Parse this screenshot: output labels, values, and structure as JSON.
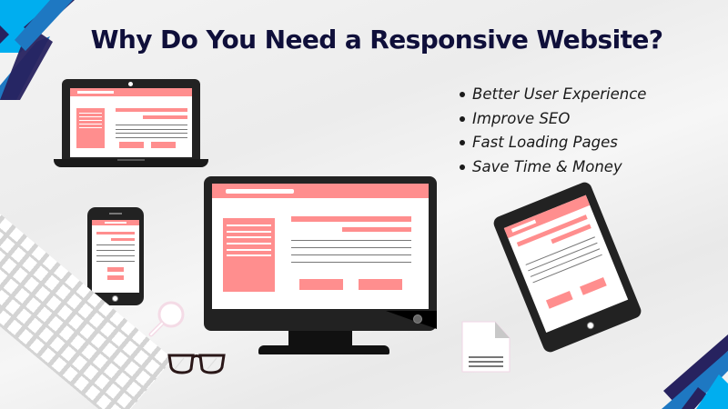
{
  "title": "Why Do You Need a Responsive Website?",
  "benefits": [
    "Better User Experience",
    "Improve SEO",
    "Fast Loading Pages",
    "Save Time & Money"
  ],
  "colors": {
    "title": "#0f0f3a",
    "accent_pink": "#ff8e8e",
    "device_frame": "#222222",
    "navy": "#27225f",
    "blue": "#1e78c2",
    "cyan": "#00aeef"
  },
  "illustration": {
    "devices": [
      "laptop",
      "desktop-monitor",
      "smartphone",
      "tablet"
    ],
    "props": [
      "keyboard",
      "magnifying-glass",
      "eyeglasses",
      "document"
    ]
  }
}
